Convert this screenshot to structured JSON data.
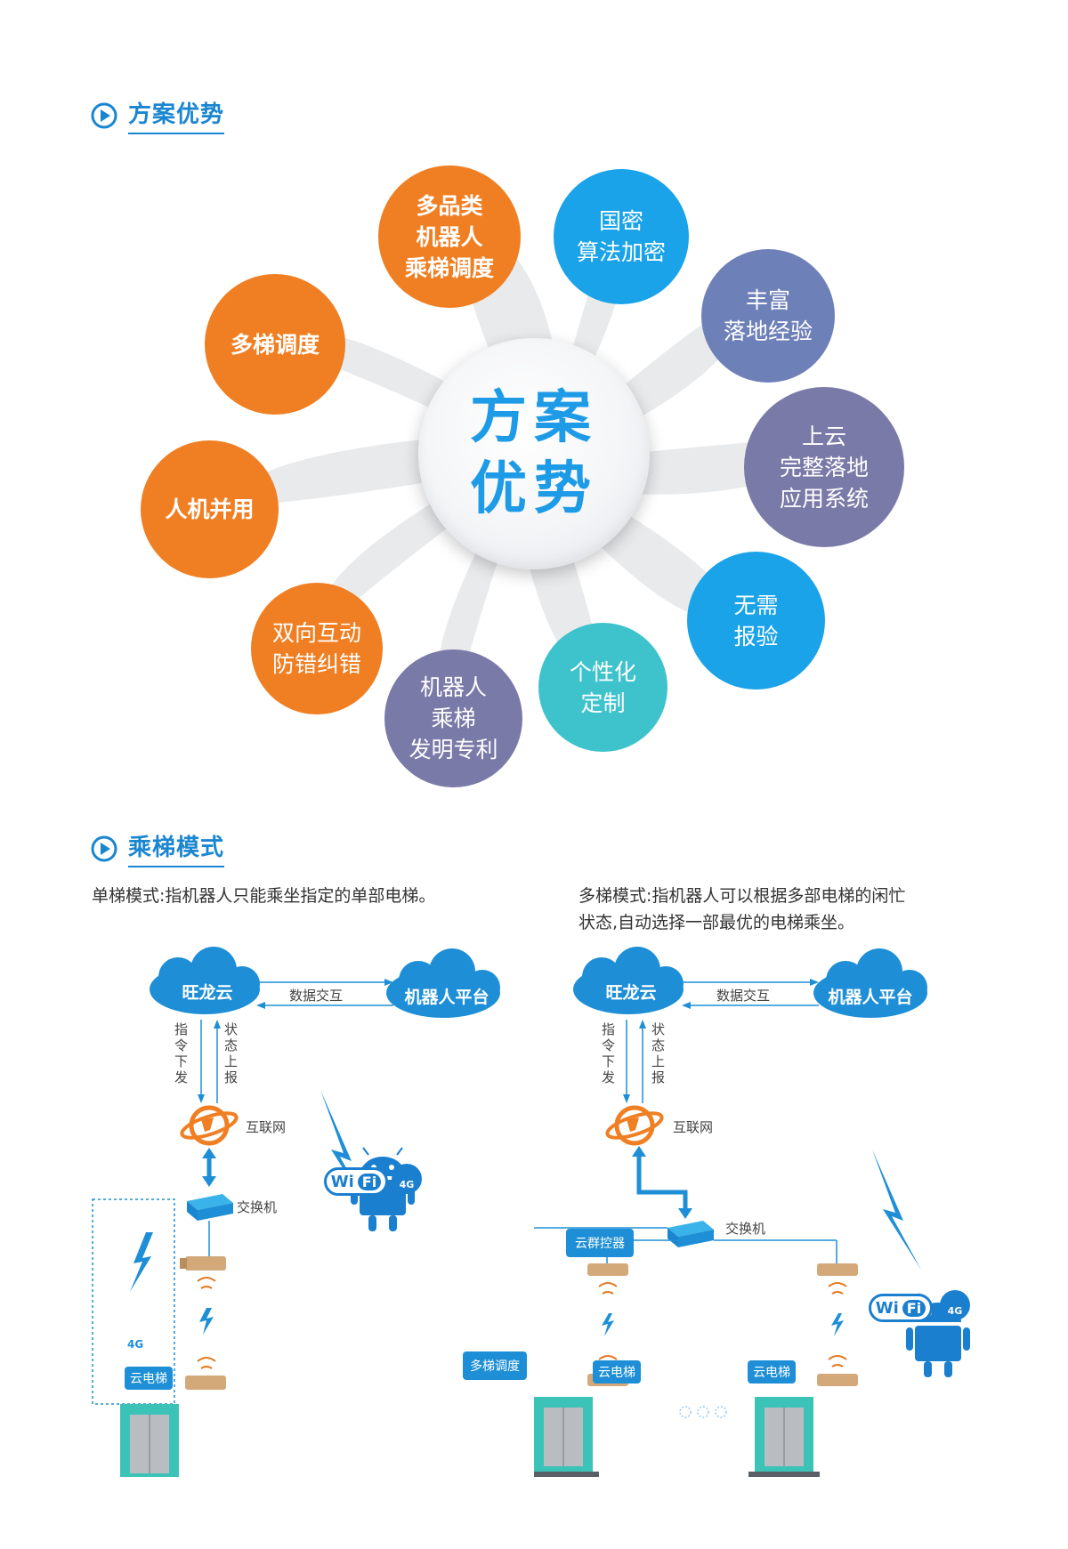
{
  "section1": {
    "title": "方案优势"
  },
  "center": {
    "text": "方案\n优势"
  },
  "bubbles": {
    "b1": "多品类\n机器人\n乘梯调度",
    "b2": "国密\n算法加密",
    "b3": "丰富\n落地经验",
    "b4": "上云\n完整落地\n应用系统",
    "b5": "无需\n报验",
    "b6": "个性化\n定制",
    "b7": "机器人\n乘梯\n发明专利",
    "b8": "双向互动\n防错纠错",
    "b9": "人机并用",
    "b10": "多梯调度"
  },
  "section2": {
    "title": "乘梯模式"
  },
  "single": {
    "desc": "单梯模式:指机器人只能乘坐指定的单部电梯。",
    "cloud": "旺龙云",
    "platform": "机器人平台",
    "exchange": "数据交互",
    "cmd": "指令下发",
    "status": "状态上报",
    "internet": "互联网",
    "switch": "交换机",
    "elevator": "云电梯",
    "g4": "4G"
  },
  "multi": {
    "desc_line1": "多梯模式:指机器人可以根据多部电梯的闲忙",
    "desc_line2": "状态,自动选择一部最优的电梯乘坐。",
    "cloud": "旺龙云",
    "platform": "机器人平台",
    "exchange": "数据交互",
    "cmd": "指令下发",
    "status": "状态上报",
    "internet": "互联网",
    "switch": "交换机",
    "controller": "云群控器",
    "dispatch": "多梯调度",
    "elevator1": "云电梯",
    "elevator2": "云电梯"
  },
  "badges": {
    "wifi_left": "Wi",
    "wifi_right": "Fi",
    "g4": "4G"
  },
  "colors": {
    "accent": "#1a86d0",
    "orange": "#f07f23",
    "blue": "#1aa3e8",
    "purple": "#7a7aa8",
    "teal": "#3ec3cd"
  }
}
